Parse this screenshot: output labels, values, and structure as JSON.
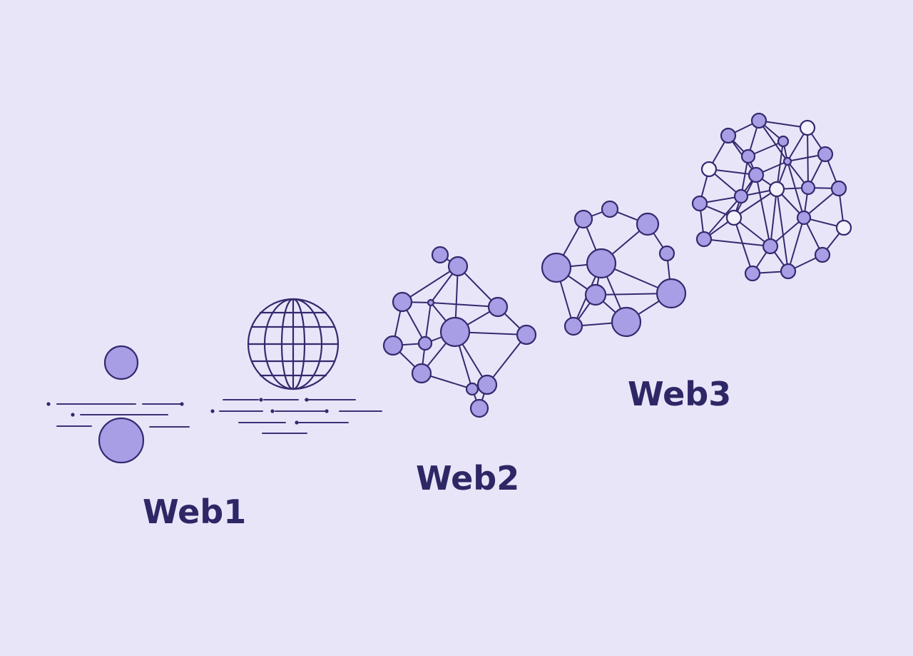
{
  "stages": [
    {
      "id": "web1",
      "label": "Web1"
    },
    {
      "id": "web2",
      "label": "Web2"
    },
    {
      "id": "web3",
      "label": "Web3"
    }
  ],
  "colors": {
    "background": "#e9e5f9",
    "node_fill": "#a89ee6",
    "node_fill_light": "#f4f1fc",
    "stroke": "#332a6e",
    "label": "#2e2766"
  },
  "icons": [
    "person-icon",
    "globe-icon",
    "network-icon",
    "mesh-network-icon"
  ]
}
